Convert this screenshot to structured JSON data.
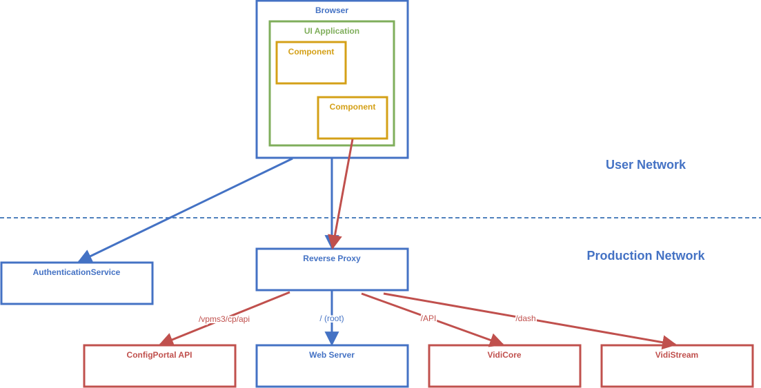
{
  "colors": {
    "blue": "#4472c4",
    "red": "#c0504d",
    "green": "#7fae5b",
    "orange": "#d4a017",
    "divider": "#4f81bd"
  },
  "zones": {
    "user": "User Network",
    "production": "Production Network"
  },
  "nodes": {
    "browser": "Browser",
    "ui_application": "UI Application",
    "component_1": "Component",
    "component_2": "Component",
    "auth_service": "AuthenticationService",
    "reverse_proxy": "Reverse Proxy",
    "configportal_api": "ConfigPortal API",
    "web_server": "Web Server",
    "vidicore": "VidiCore",
    "vidistream": "VidiStream"
  },
  "edges": {
    "proxy_to_configportal": "/vpms3/cp/api",
    "proxy_to_webserver": "/ (root)",
    "proxy_to_vidicore": "/API",
    "proxy_to_vidistream": "/dash"
  }
}
